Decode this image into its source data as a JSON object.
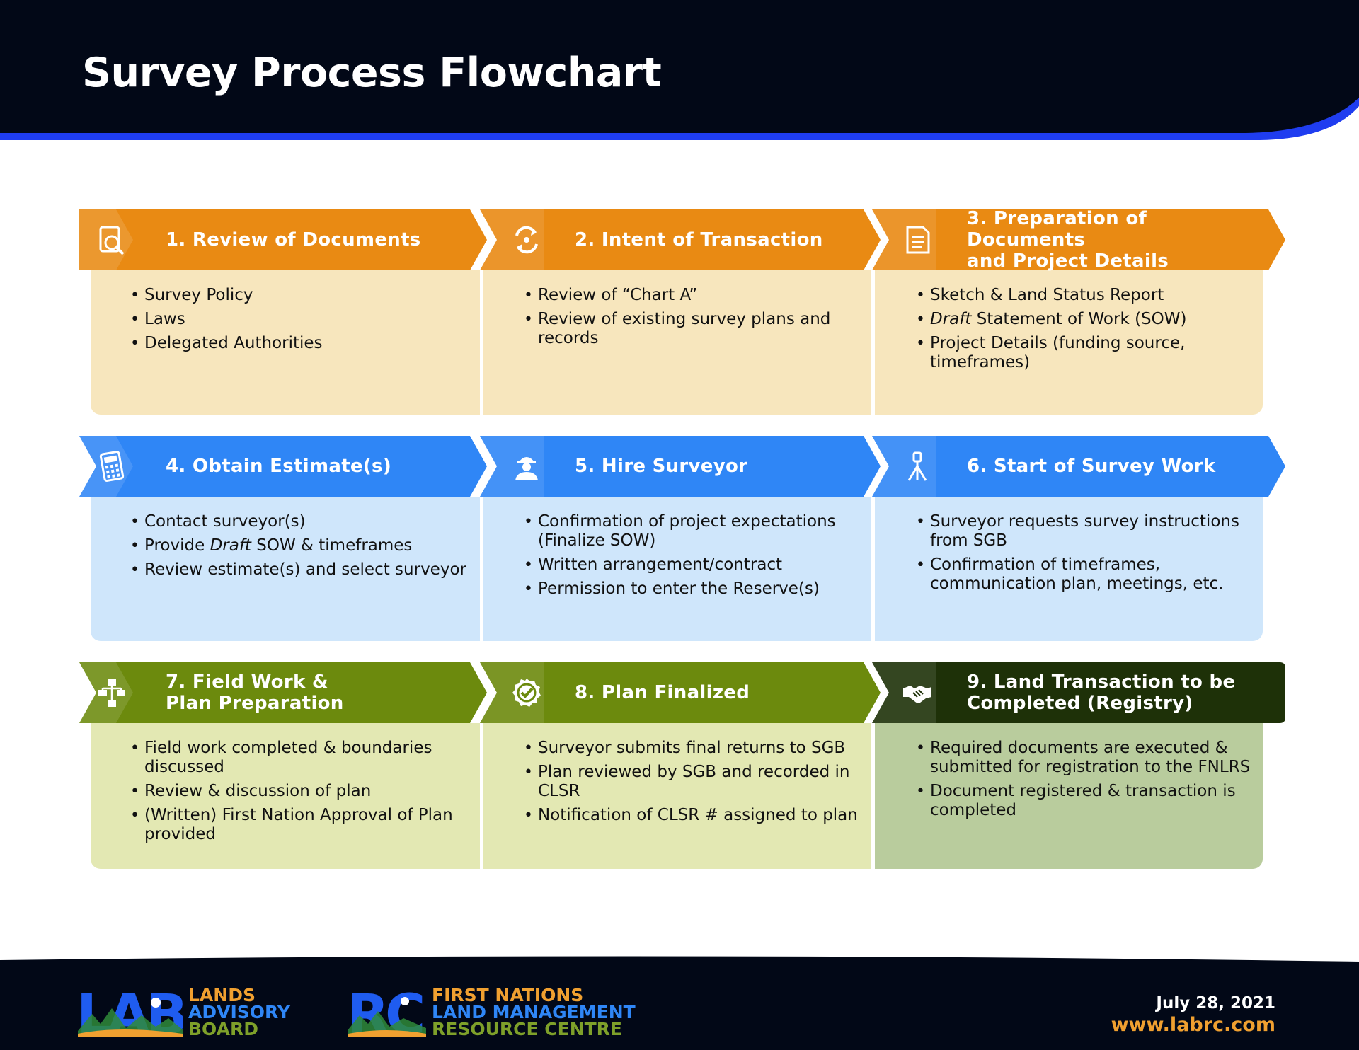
{
  "header": {
    "title": "Survey Process Flowchart"
  },
  "colors": {
    "navy": "#020817",
    "blue_stripe": "#1f3df0",
    "orange": "#e98a13",
    "orange_light": "#f7e6bd",
    "blue": "#2f86f6",
    "blue_light": "#cfe6fb",
    "olive": "#6c8a0d",
    "olive_light": "#e3e8b3",
    "dark_green": "#1e3108",
    "sage": "#b9cc9d",
    "footer_orange": "#f0a030"
  },
  "steps": [
    {
      "title": "1. Review of Documents",
      "icon": "magnifier-document-icon",
      "items": [
        "Survey Policy",
        "Laws",
        "Delegated Authorities"
      ]
    },
    {
      "title": "2. Intent of Transaction",
      "icon": "exchange-arrows-icon",
      "items": [
        "Review of “Chart A”",
        "Review of existing survey plans and records"
      ]
    },
    {
      "title": "3. Preparation of Documents\nand Project Details",
      "icon": "document-icon",
      "items": [
        "Sketch & Land Status Report",
        "Draft Statement of Work (SOW)",
        "Project Details (funding source, timeframes)"
      ]
    },
    {
      "title": "4. Obtain Estimate(s)",
      "icon": "calculator-icon",
      "items": [
        "Contact surveyor(s)",
        "Provide Draft SOW & timeframes",
        "Review estimate(s) and select surveyor"
      ]
    },
    {
      "title": "5. Hire Surveyor",
      "icon": "surveyor-worker-icon",
      "items": [
        "Confirmation of project expectations (Finalize SOW)",
        "Written arrangement/contract",
        "Permission to enter the Reserve(s)"
      ]
    },
    {
      "title": "6. Start of Survey Work",
      "icon": "survey-tripod-icon",
      "items": [
        "Surveyor requests survey instructions from SGB",
        "Confirmation of timeframes, communication plan, meetings, etc."
      ]
    },
    {
      "title": "7. Field Work &\n     Plan Preparation",
      "icon": "flowchart-icon",
      "items": [
        "Field work completed & boundaries discussed",
        "Review & discussion of plan",
        "(Written) First Nation Approval of Plan provided"
      ]
    },
    {
      "title": "8. Plan Finalized",
      "icon": "approved-badge-icon",
      "items": [
        "Surveyor submits final returns to SGB",
        "Plan reviewed by SGB and recorded in CLSR",
        "Notification of CLSR # assigned to plan"
      ]
    },
    {
      "title": "9. Land Transaction to be\nCompleted (Registry)",
      "icon": "handshake-icon",
      "items": [
        "Required documents are executed & submitted for registration to the FNLRS",
        "Document registered & transaction is completed"
      ]
    }
  ],
  "footer": {
    "lab_logo": {
      "mark": "LAB",
      "line1": "LANDS",
      "line2": "ADVISORY",
      "line3": "BOARD"
    },
    "rc_logo": {
      "mark": "RC",
      "line1": "FIRST NATIONS",
      "line2": "LAND MANAGEMENT",
      "line3": "RESOURCE CENTRE"
    },
    "date": "July 28, 2021",
    "url": "www.labrc.com"
  }
}
